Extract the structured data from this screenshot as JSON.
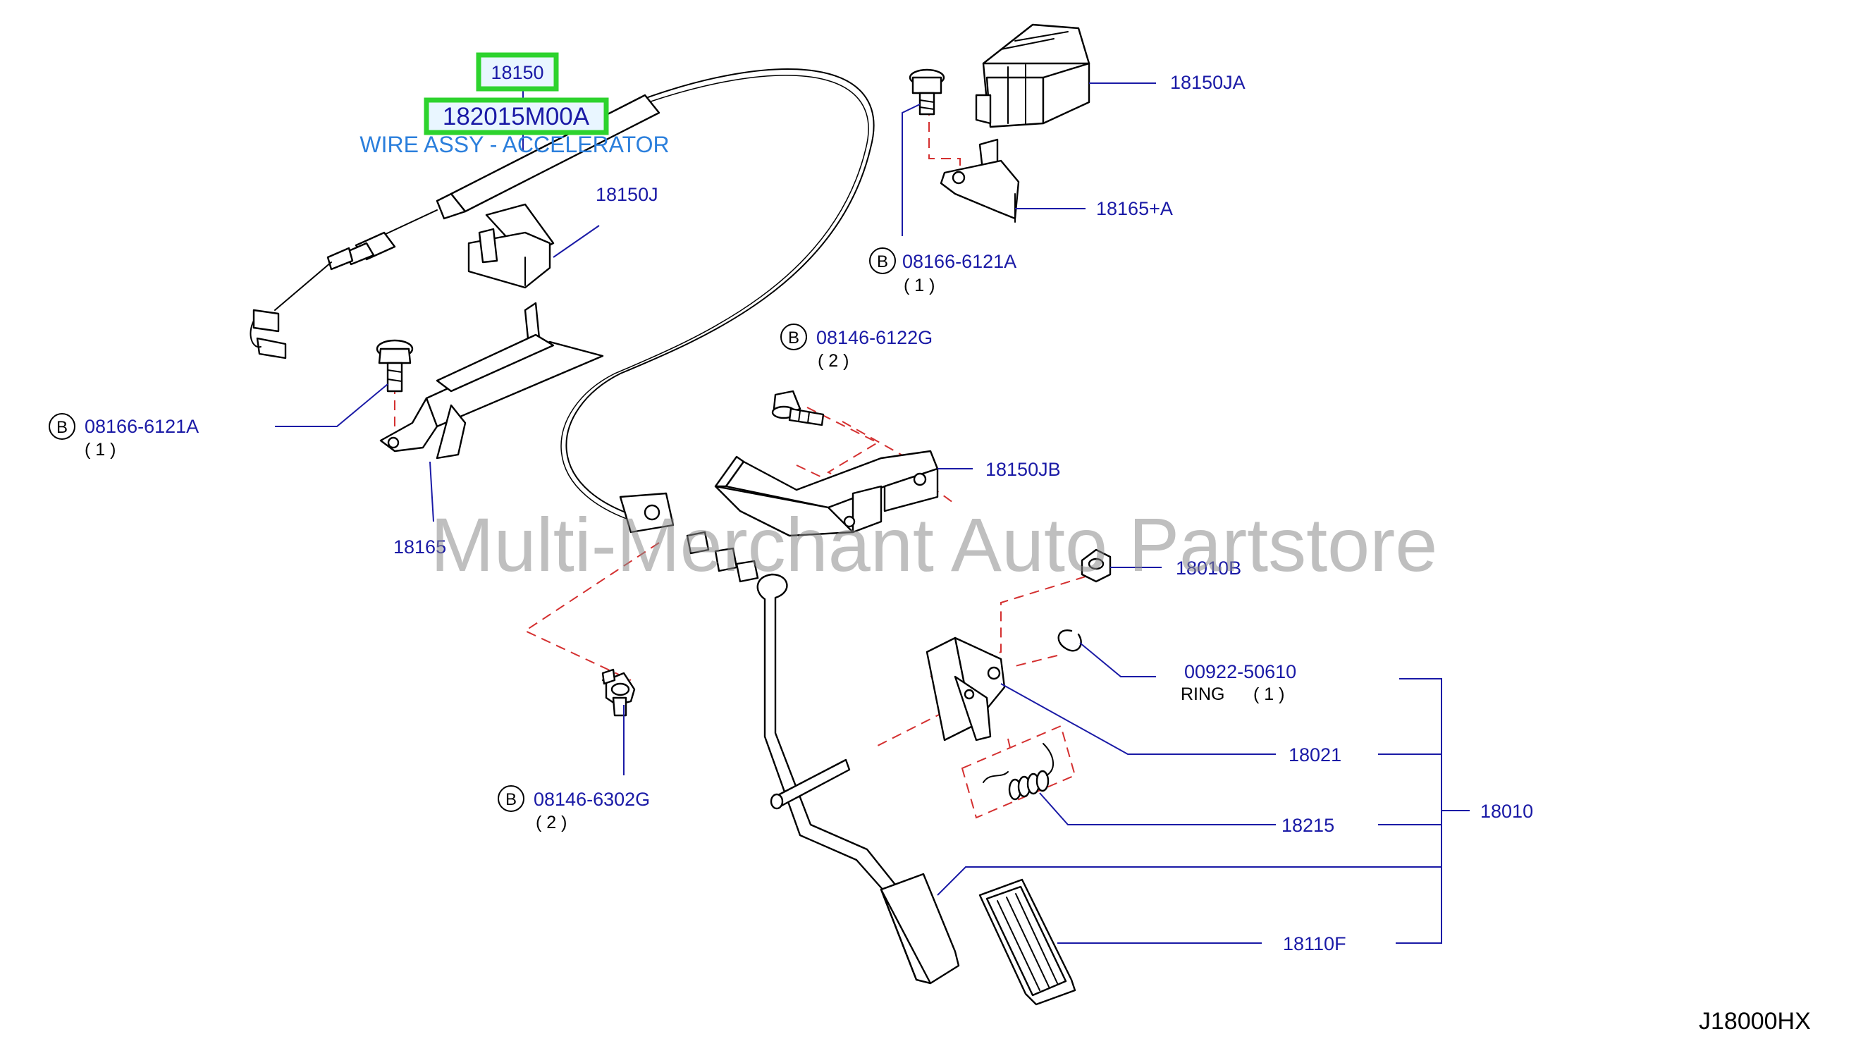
{
  "highlight": {
    "part_group": "18150",
    "part_number": "182015M00A",
    "description": "WIRE ASSY - ACCELERATOR"
  },
  "watermark": "Multi-Merchant Auto Partstore",
  "diagram_code": "J18000HX",
  "callouts": {
    "c_18150JA": "18150JA",
    "c_18165A": "18165+A",
    "c_18150J": "18150J",
    "c_18150JB": "18150JB",
    "c_18165": "18165",
    "c_18010B": "18010B",
    "c_00922": "00922-50610",
    "c_ring": "RING",
    "c_18021": "18021",
    "c_18215": "18215",
    "c_18010": "18010",
    "c_18110F": "18110F"
  },
  "bolts": {
    "b1": {
      "marker": "B",
      "number": "08166-6121A",
      "qty": "( 1 )"
    },
    "b2": {
      "marker": "B",
      "number": "08146-6122G",
      "qty": "( 2 )"
    },
    "b3": {
      "marker": "B",
      "number": "08166-6121A",
      "qty": "( 1 )"
    },
    "b4": {
      "marker": "B",
      "number": "08146-6302G",
      "qty": "( 2 )"
    },
    "ring_qty": "( 1 )"
  },
  "colors": {
    "callout": "#1a1aa6",
    "highlight_border": "#2dd32d",
    "description": "#2b7fdc",
    "dashed_leader": "#d43030"
  }
}
